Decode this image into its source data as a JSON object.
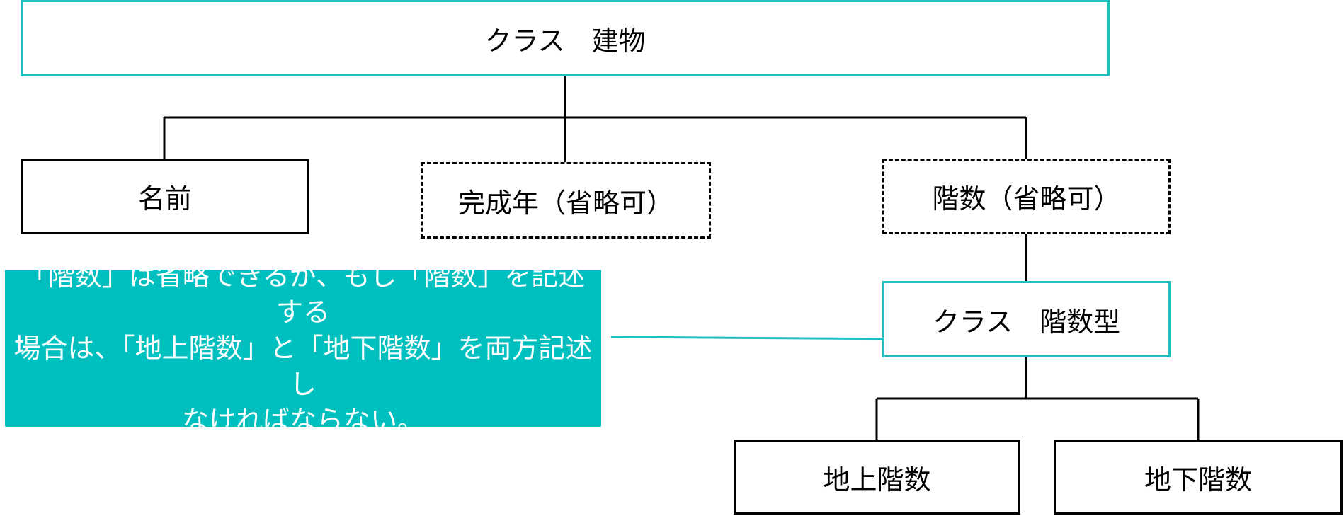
{
  "diagram": {
    "nodes": {
      "building_class": "クラス　建物",
      "name": "名前",
      "completion_year": "完成年（省略可）",
      "floors": "階数（省略可）",
      "floor_type_class": "クラス　階数型",
      "floors_above_ground": "地上階数",
      "floors_below_ground": "地下階数"
    },
    "note": "「階数」は省略できるが、もし「階数」を記述する\n場合は、「地上階数」と「地下階数」を両方記述し\nなければならない。",
    "colors": {
      "class_border": "#1fbfbf",
      "note_background": "#00bfbf",
      "note_text": "#ffffff",
      "line": "#000000"
    }
  }
}
